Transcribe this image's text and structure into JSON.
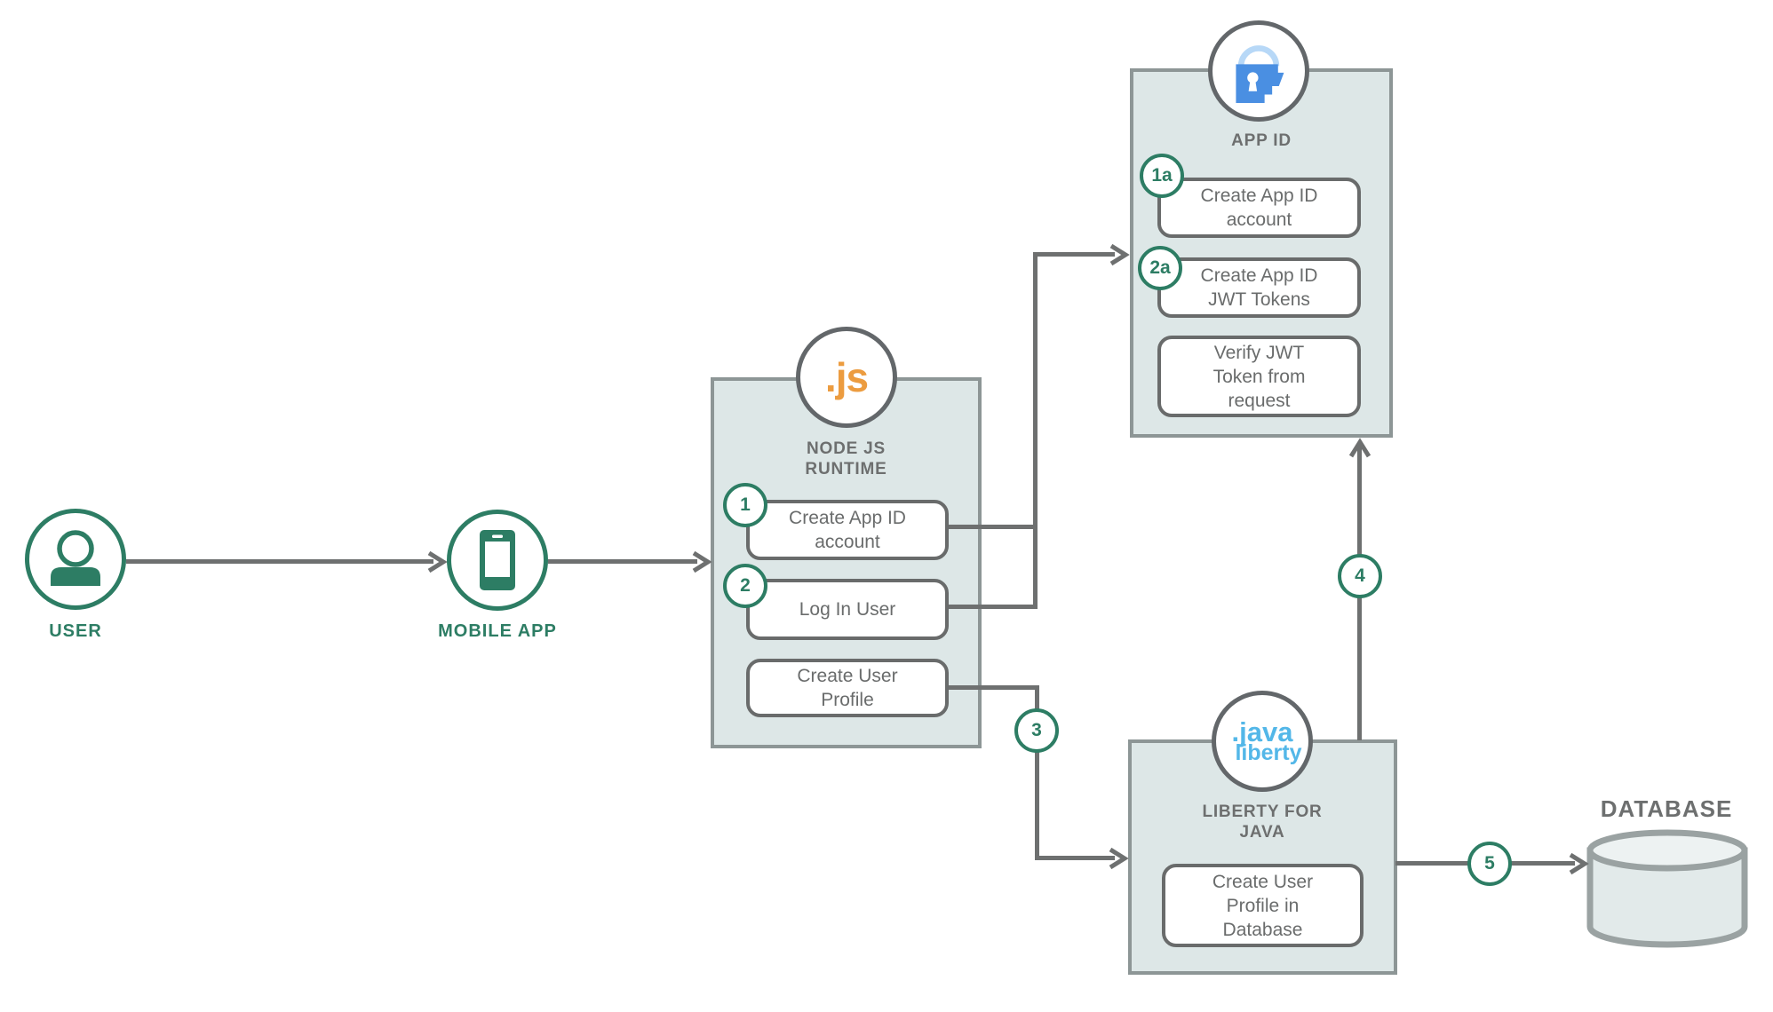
{
  "colors": {
    "accent_green": "#2d7d64",
    "line_gray": "#6e7070",
    "panel_fill": "#dde7e7",
    "panel_border": "#8d9696",
    "inner_border": "#696b6b",
    "text_gray": "#6a6c6c",
    "nodejs_orange": "#ec9c40",
    "appid_blue": "#4a8fe2",
    "appid_blue_light": "#b7d8f7",
    "liberty_blue": "#53b7e8"
  },
  "user": {
    "label": "USER"
  },
  "mobile_app": {
    "label": "MOBILE APP"
  },
  "node_runtime": {
    "icon_text": ".js",
    "title": [
      "NODE JS",
      "RUNTIME"
    ],
    "steps": [
      {
        "badge": "1",
        "label": [
          "Create App ID",
          "account"
        ]
      },
      {
        "badge": "2",
        "label": [
          "Log In User"
        ]
      },
      {
        "badge": "",
        "label": [
          "Create User",
          "Profile"
        ]
      }
    ]
  },
  "app_id": {
    "title": "APP ID",
    "steps": [
      {
        "badge": "1a",
        "label": [
          "Create App ID",
          "account"
        ]
      },
      {
        "badge": "2a",
        "label": [
          "Create App ID",
          "JWT Tokens"
        ]
      },
      {
        "badge": "",
        "label": [
          "Verify JWT",
          "Token from",
          "request"
        ]
      }
    ]
  },
  "liberty": {
    "icon_text_top": ".java",
    "icon_text_bottom": "liberty",
    "title": [
      "LIBERTY FOR",
      "JAVA"
    ],
    "steps": [
      {
        "badge": "",
        "label": [
          "Create User",
          "Profile in",
          "Database"
        ]
      }
    ]
  },
  "database": {
    "label": "DATABASE"
  },
  "flow_badges": {
    "step3": "3",
    "step4": "4",
    "step5": "5"
  }
}
